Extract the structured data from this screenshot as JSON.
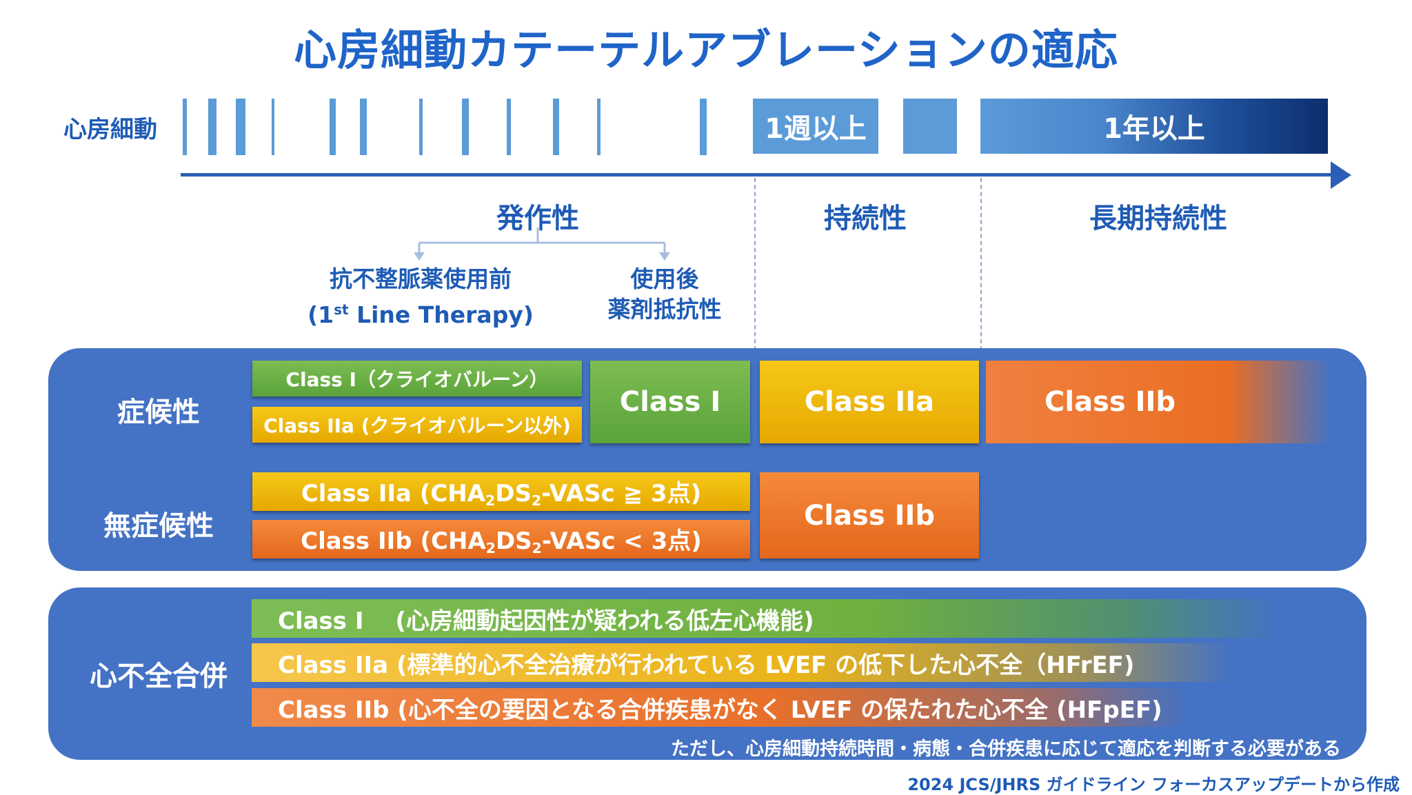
{
  "title": "心房細動カテーテルアブレーションの適応",
  "timeline": {
    "label": "心房細動",
    "block_week": "1週以上",
    "block_year": "1年以上"
  },
  "phases": {
    "paroxysmal": "発作性",
    "persistent": "持続性",
    "long_persistent": "長期持続性"
  },
  "subphases": {
    "before_line1": "抗不整脈薬使用前",
    "before_line2_open": "(1",
    "before_line2_sup": "st",
    "before_line2_rest": " Line Therapy)",
    "after_line1": "使用後",
    "after_line2": "薬剤抵抗性"
  },
  "symptomatic": {
    "label": "症候性",
    "cryo": "Class I（クライオバルーン）",
    "non_cryo": "Class IIa (クライオバルーン以外)",
    "after": "Class I",
    "persistent": "Class IIa",
    "long": "Class IIb"
  },
  "asymptomatic": {
    "label": "無症候性",
    "high_pre": "Class IIa (CHA",
    "high_s1": "2",
    "high_mid": "DS",
    "high_s2": "2",
    "high_post": "-VASc ≧ 3点)",
    "low_pre": "Class IIb (CHA",
    "low_s1": "2",
    "low_mid": "DS",
    "low_s2": "2",
    "low_post": "-VASc < 3点)",
    "persistent": "Class IIb"
  },
  "heart_failure": {
    "label": "心不全合併",
    "row1": "Class I　 (心房細動起因性が疑われる低左心機能)",
    "row2": "Class IIa (標準的心不全治療が行われている LVEF の低下した心不全（HFrEF)",
    "row3": "Class IIb (心不全の要因となる合併疾患がなく LVEF の保たれた心不全 (HFpEF)",
    "note": "ただし、心房細動持続時間・病態・合併疾患に応じて適応を判断する必要がある"
  },
  "source": "2024 JCS/JHRS ガイドライン フォーカスアップデートから作成",
  "colors": {
    "title": "#1f64c8",
    "panel": "#4472c4",
    "green": "#5aa33a",
    "yellow": "#e6a800",
    "orange": "#e4671c"
  }
}
